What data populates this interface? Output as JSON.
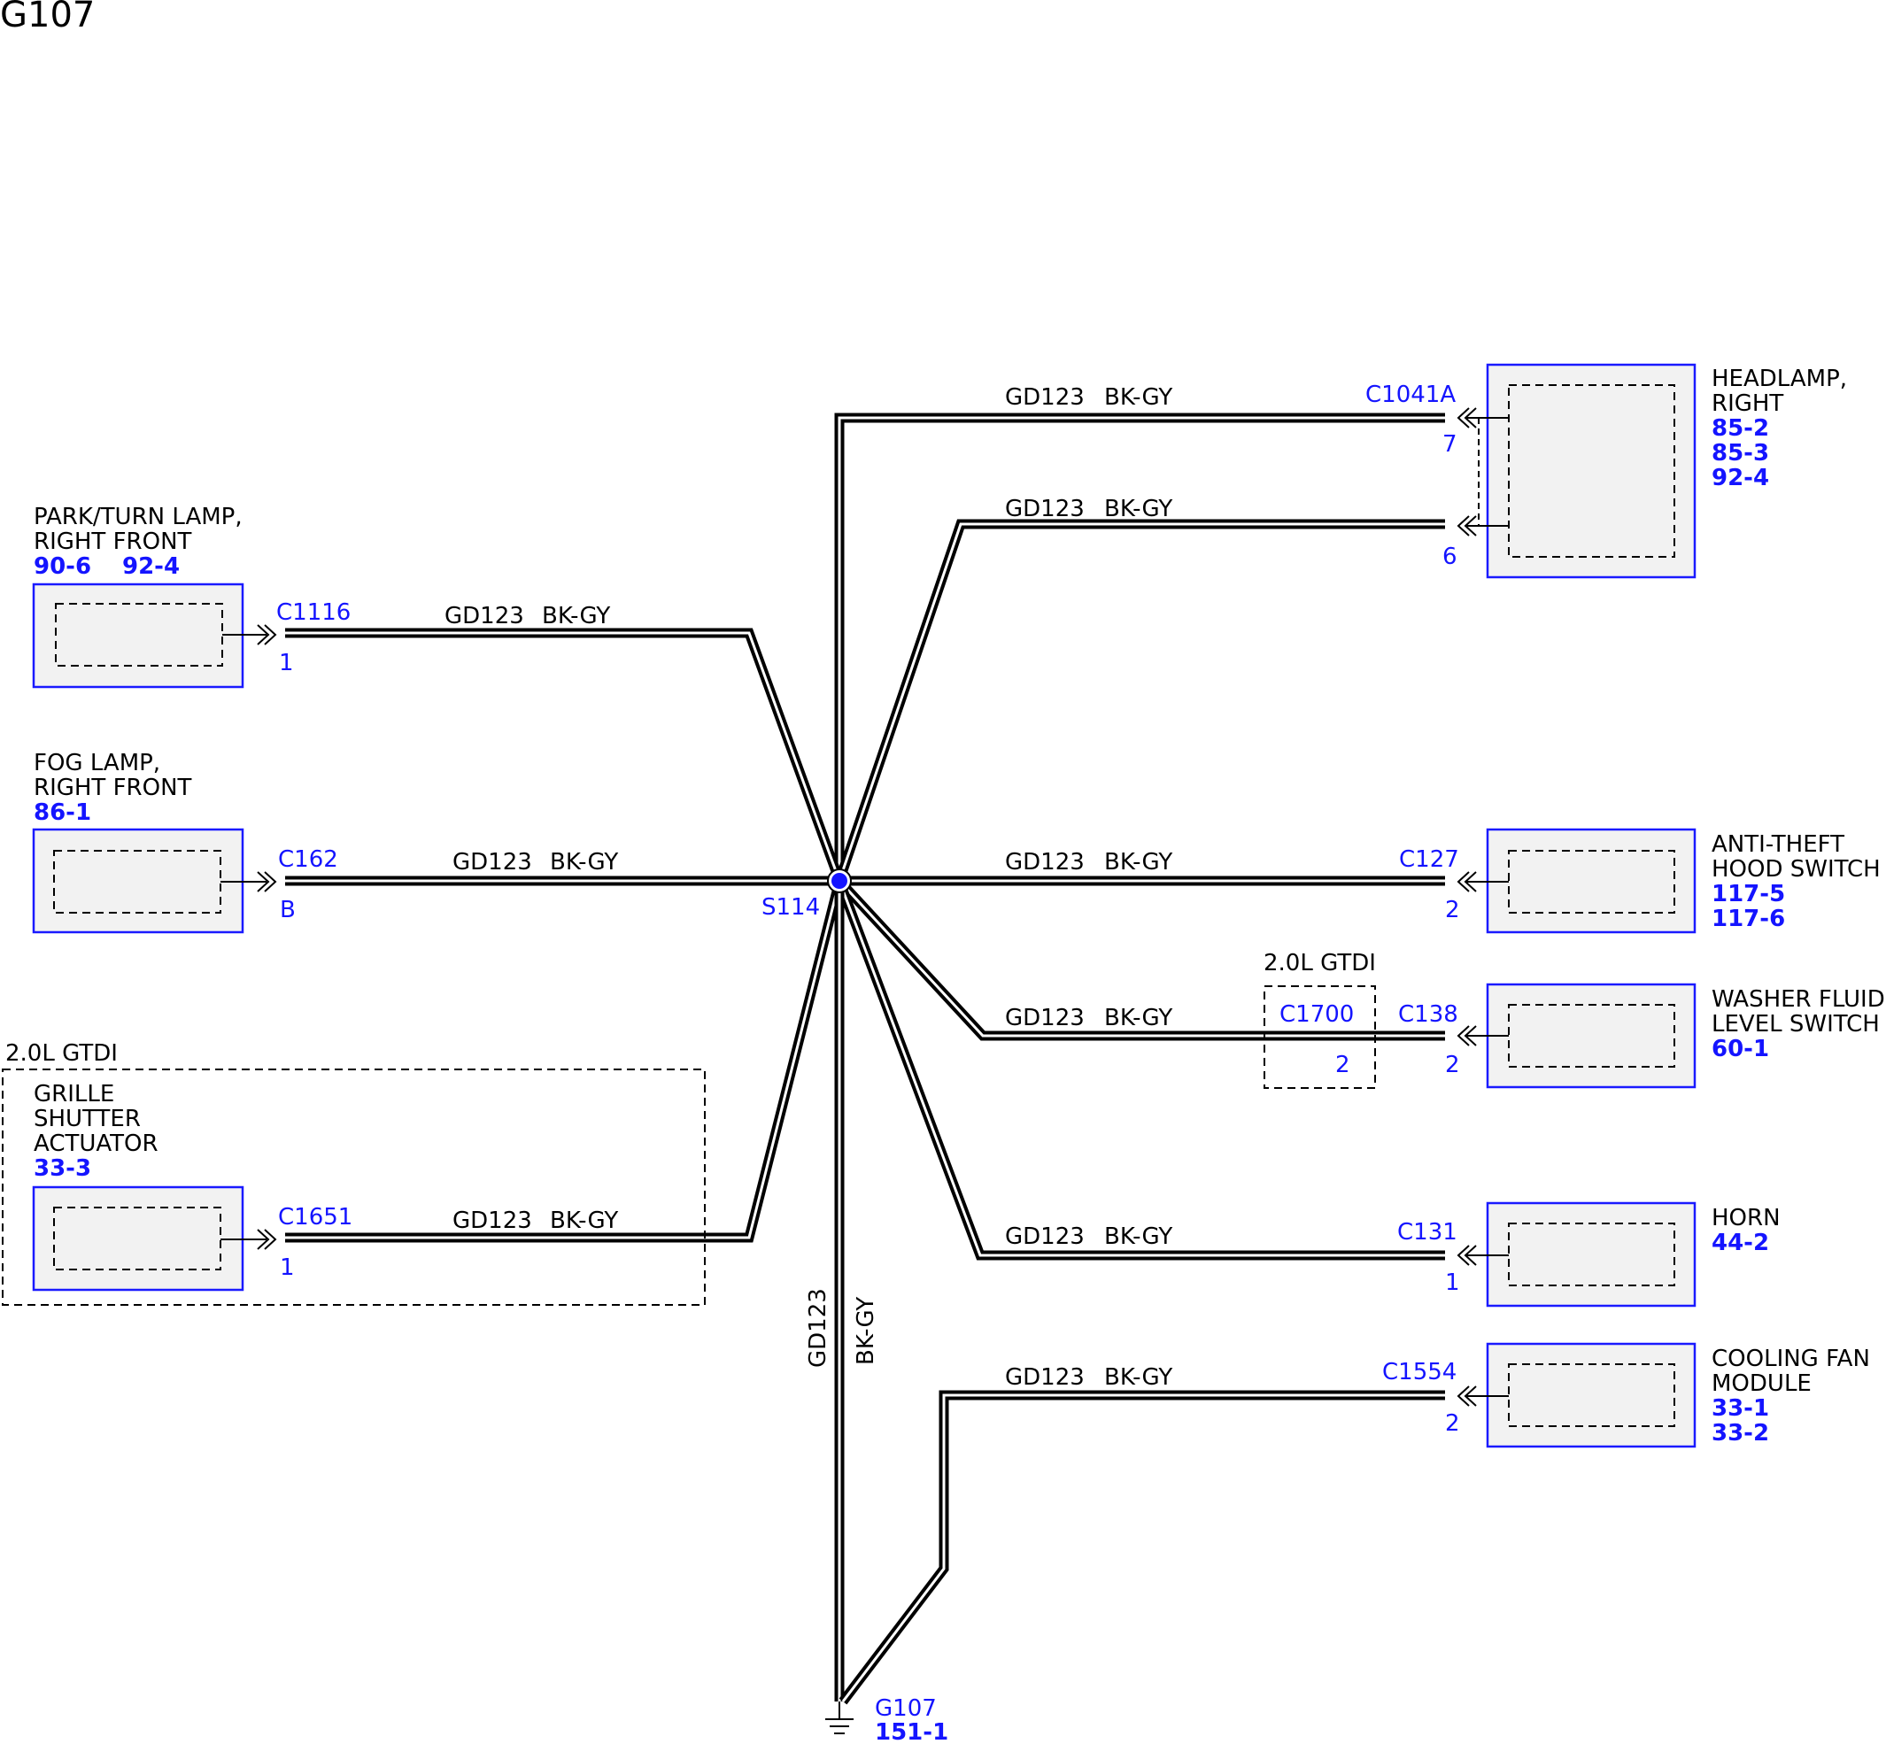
{
  "page_title": "G107",
  "wire": {
    "circuit": "GD123",
    "color": "BK-GY"
  },
  "splice": {
    "id": "S114",
    "color": "#1414ff"
  },
  "ground": {
    "id": "G107",
    "ref": "151-1"
  },
  "option_label": "2.0L GTDI",
  "components": {
    "park_turn": {
      "line1": "PARK/TURN LAMP,",
      "line2": "RIGHT FRONT",
      "refs": [
        "90-6",
        "92-4"
      ],
      "connector": "C1116",
      "pin": "1"
    },
    "fog": {
      "line1": "FOG LAMP,",
      "line2": "RIGHT FRONT",
      "refs": [
        "86-1"
      ],
      "connector": "C162",
      "pin": "B"
    },
    "grille": {
      "line1": "GRILLE",
      "line2": "SHUTTER",
      "line3": "ACTUATOR",
      "refs": [
        "33-3"
      ],
      "connector": "C1651",
      "pin": "1"
    },
    "headlamp": {
      "line1": "HEADLAMP,",
      "line2": "RIGHT",
      "refs": [
        "85-2",
        "85-3",
        "92-4"
      ],
      "connector": "C1041A",
      "pins": [
        "7",
        "6"
      ]
    },
    "antitheft": {
      "line1": "ANTI-THEFT",
      "line2": "HOOD SWITCH",
      "refs": [
        "117-5",
        "117-6"
      ],
      "connector": "C127",
      "pin": "2"
    },
    "washer": {
      "line1": "WASHER FLUID",
      "line2": "LEVEL SWITCH",
      "refs": [
        "60-1"
      ],
      "connector": "C138",
      "pin": "2",
      "inline_connector": "C1700",
      "inline_pin": "2"
    },
    "horn": {
      "line1": "HORN",
      "refs": [
        "44-2"
      ],
      "connector": "C131",
      "pin": "1"
    },
    "cooling": {
      "line1": "COOLING FAN",
      "line2": "MODULE",
      "refs": [
        "33-1",
        "33-2"
      ],
      "connector": "C1554",
      "pin": "2"
    }
  }
}
